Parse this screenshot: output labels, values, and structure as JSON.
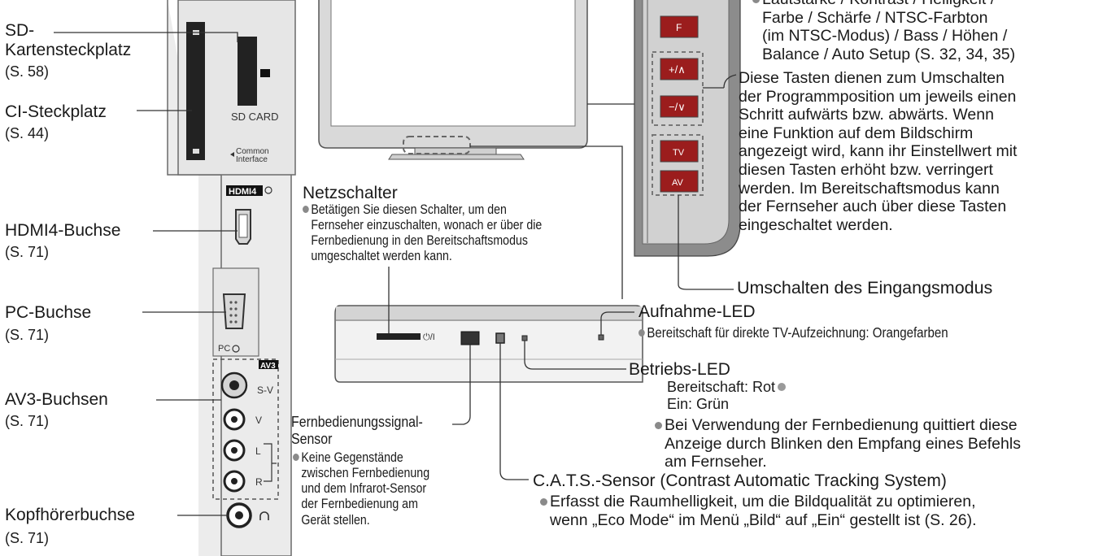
{
  "side_panel": {
    "sd_slot_label": "SD-",
    "sd_slot_label2": "Kartensteckplatz",
    "sd_slot_ref": "(S. 58)",
    "ci_slot_label": "CI-Steckplatz",
    "ci_slot_ref": "(S. 44)",
    "hdmi4_label": "HDMI4-Buchse",
    "hdmi4_ref": "(S. 71)",
    "pc_label": "PC-Buchse",
    "pc_ref": "(S. 71)",
    "av3_label": "AV3-Buchsen",
    "av3_ref": "(S. 71)",
    "headphone_label": "Kopfhörerbuchse",
    "headphone_ref": "(S. 71)",
    "sd_card_text": "SD CARD",
    "common_interface_text_1": "Common",
    "common_interface_text_2": "Interface",
    "hdmi4_port_text": "HDMI4",
    "pc_port_text": "PC",
    "av3_port_text": "AV3",
    "sv_text": "S-V",
    "v_text": "V",
    "l_text": "L",
    "r_text": "R"
  },
  "netzschalter": {
    "title": "Netzschalter",
    "desc_1": "Betätigen Sie diesen Schalter, um den",
    "desc_2": "Fernseher einzuschalten, wonach er über die",
    "desc_3": "Fernbedienung in den Bereitschaftsmodus",
    "desc_4": "umgeschaltet werden kann."
  },
  "remote_sensor": {
    "title_1": "Fernbedienungssignal-",
    "title_2": "Sensor",
    "desc_1": "Keine Gegenstände",
    "desc_2": "zwischen Fernbedienung",
    "desc_3": "und dem Infrarot-Sensor",
    "desc_4": "der Fernbedienung am",
    "desc_5": "Gerät stellen."
  },
  "buttons": {
    "f": "F",
    "plus": "+/∧",
    "minus": "−/∨",
    "tv": "TV",
    "av": "AV"
  },
  "top_right": {
    "line_1": "Lautstärke / Kontrast / Helligkeit /",
    "line_2": "Farbe / Schärfe / NTSC-Farbton",
    "line_3": "(im NTSC-Modus) / Bass / Höhen /",
    "line_4": "Balance / Auto Setup (S. 32, 34, 35)"
  },
  "program_buttons": {
    "line_1": "Diese Tasten dienen zum Umschalten",
    "line_2": "der Programmposition um jeweils einen",
    "line_3": "Schritt aufwärts bzw. abwärts. Wenn",
    "line_4": "eine Funktion auf dem Bildschirm",
    "line_5": "angezeigt wird, kann ihr Einstellwert mit",
    "line_6": "diesen Tasten erhöht bzw. verringert",
    "line_7": "werden. Im Bereitschaftsmodus kann",
    "line_8": "der Fernseher auch über diese Tasten",
    "line_9": "eingeschaltet werden."
  },
  "input_mode": {
    "label": "Umschalten des Eingangsmodus"
  },
  "power_switch_text": "⏻/I",
  "record_led": {
    "title": "Aufnahme-LED",
    "desc": "Bereitschaft für direkte TV-Aufzeichnung: Orangefarben"
  },
  "power_led": {
    "title": "Betriebs-LED",
    "line_1": "Bereitschaft: Rot",
    "line_2": "Ein: Grün",
    "desc_1": "Bei Verwendung der Fernbedienung quittiert diese",
    "desc_2": "Anzeige durch Blinken den Empfang eines Befehls",
    "desc_3": "am Fernseher."
  },
  "cats": {
    "title": "C.A.T.S.-Sensor (Contrast Automatic Tracking System)",
    "desc_1": "Erfasst die Raumhelligkeit, um die Bildqualität zu optimieren,",
    "desc_2": "wenn „Eco Mode“ im Menü „Bild“ auf „Ein“ gestellt ist (S. 26)."
  }
}
